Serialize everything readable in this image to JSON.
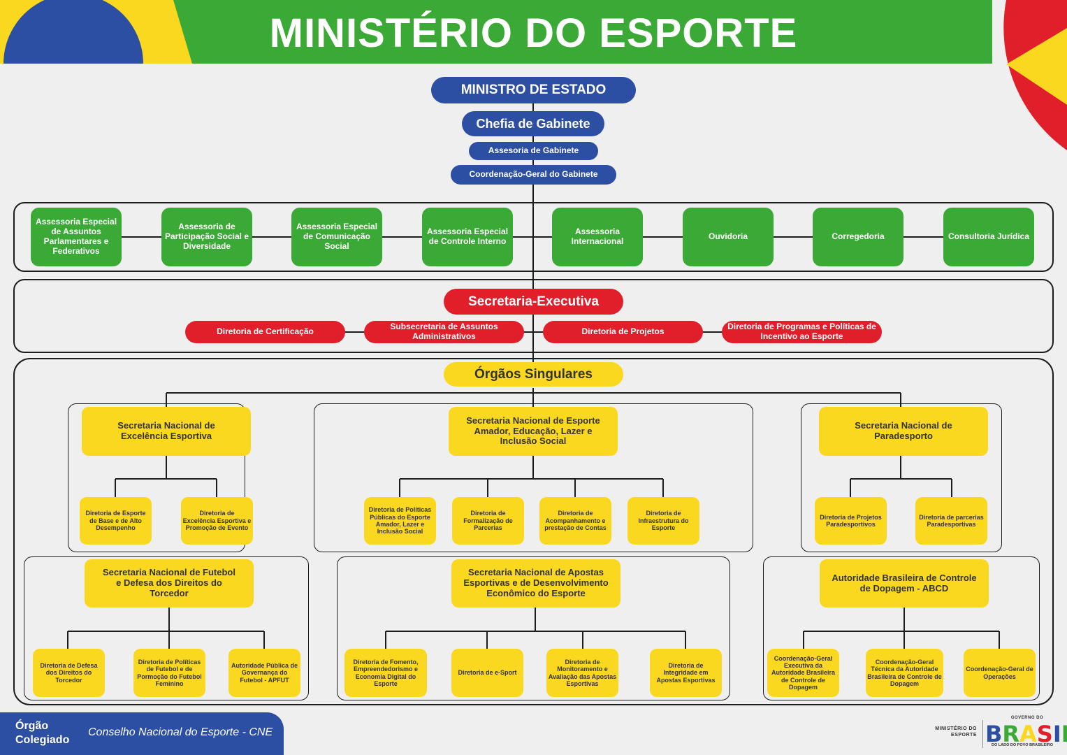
{
  "header": {
    "title": "MINISTÉRIO DO ESPORTE"
  },
  "top": {
    "minister": "MINISTRO DE ESTADO",
    "chefia": "Chefia de Gabinete",
    "assessoria_gabinete": "Assesoria de Gabinete",
    "coordenacao_gabinete": "Coordenação-Geral do Gabinete"
  },
  "assessorias": [
    "Assessoria Especial de Assuntos Parlamentares e Federativos",
    "Assessoria de Participação Social e Diversidade",
    "Assessoria Especial de Comunicação Social",
    "Assessoria Especial de Controle Interno",
    "Assessoria Internacional",
    "Ouvidoria",
    "Corregedoria",
    "Consultoria Jurídica"
  ],
  "executiva": {
    "title": "Secretaria-Executiva",
    "items": [
      "Diretoria de Certificação",
      "Subsecretaria de Assuntos Administrativos",
      "Diretoria de Projetos",
      "Diretoria de Programas e Políticas de Incentivo ao Esporte"
    ]
  },
  "orgaos": {
    "title": "Órgãos Singulares",
    "excelencia": {
      "title": "Secretaria Nacional de Excelência Esportiva",
      "items": [
        "Diretoria de Esporte de Base e de Alto Desempenho",
        "Diretoria de Excelência Esportiva e Promoção de Evento"
      ]
    },
    "amador": {
      "title": "Secretaria Nacional de Esporte Amador, Educação, Lazer e Inclusão Social",
      "items": [
        "Diretoria de Políticas Públicas do Esporte Amador, Lazer e Inclusão Social",
        "Diretoria de Formalização de Parcerias",
        "Diretoria de Acompanhamento e prestação de Contas",
        "Diretoria de Infraestrutura do Esporte"
      ]
    },
    "paradesporto": {
      "title": "Secretaria Nacional de Paradesporto",
      "items": [
        "Diretoria de Projetos Paradesportivos",
        "Diretoria de parcerias Paradesportivas"
      ]
    },
    "futebol": {
      "title": "Secretaria Nacional de Futebol e Defesa dos Direitos do Torcedor",
      "items": [
        "Diretoria de Defesa dos Direitos do Torcedor",
        "Diretoria de Políticas de Futebol e de Pormoção do Futebol Feminino",
        "Autoridade Pública de Governança do Futebol - APFUT"
      ]
    },
    "apostas": {
      "title": "Secretaria Nacional de Apostas Esportivas e de Desenvolvimento Econômico do Esporte",
      "items": [
        "Diretoria de Fomento, Empreendedorismo e Economia Digital do Esporte",
        "Diretoria de e-Sport",
        "Diretoria de Monitoramento e Avaliação das Apostas Esportivas",
        "Diretoria de Integridade em Apostas Esportivas"
      ]
    },
    "abcd": {
      "title": "Autoridade Brasileira de Controle de Dopagem - ABCD",
      "items": [
        "Coordenação-Geral Executiva da Autoridade Brasileira de Controle de Dopagem",
        "Coordenação-Geral Técnica da Autoridade Brasileira de Controle de Dopagem",
        "Coordenação-Geral de Operações"
      ]
    }
  },
  "footer": {
    "org_label_1": "Órgão",
    "org_label_2": "Colegiado",
    "org_name": "Conselho Nacional do Esporte - CNE",
    "ministry_logo_1": "MINISTÉRIO DO",
    "ministry_logo_2": "ESPORTE",
    "gov_top": "GOVERNO DO",
    "gov_word": "BRASIL",
    "gov_bottom": "DO LADO DO POVO BRASILEIRO"
  },
  "colors": {
    "blue": "#2c4fa3",
    "green": "#3aa935",
    "red": "#e01f2a",
    "yellow": "#fbd820"
  }
}
